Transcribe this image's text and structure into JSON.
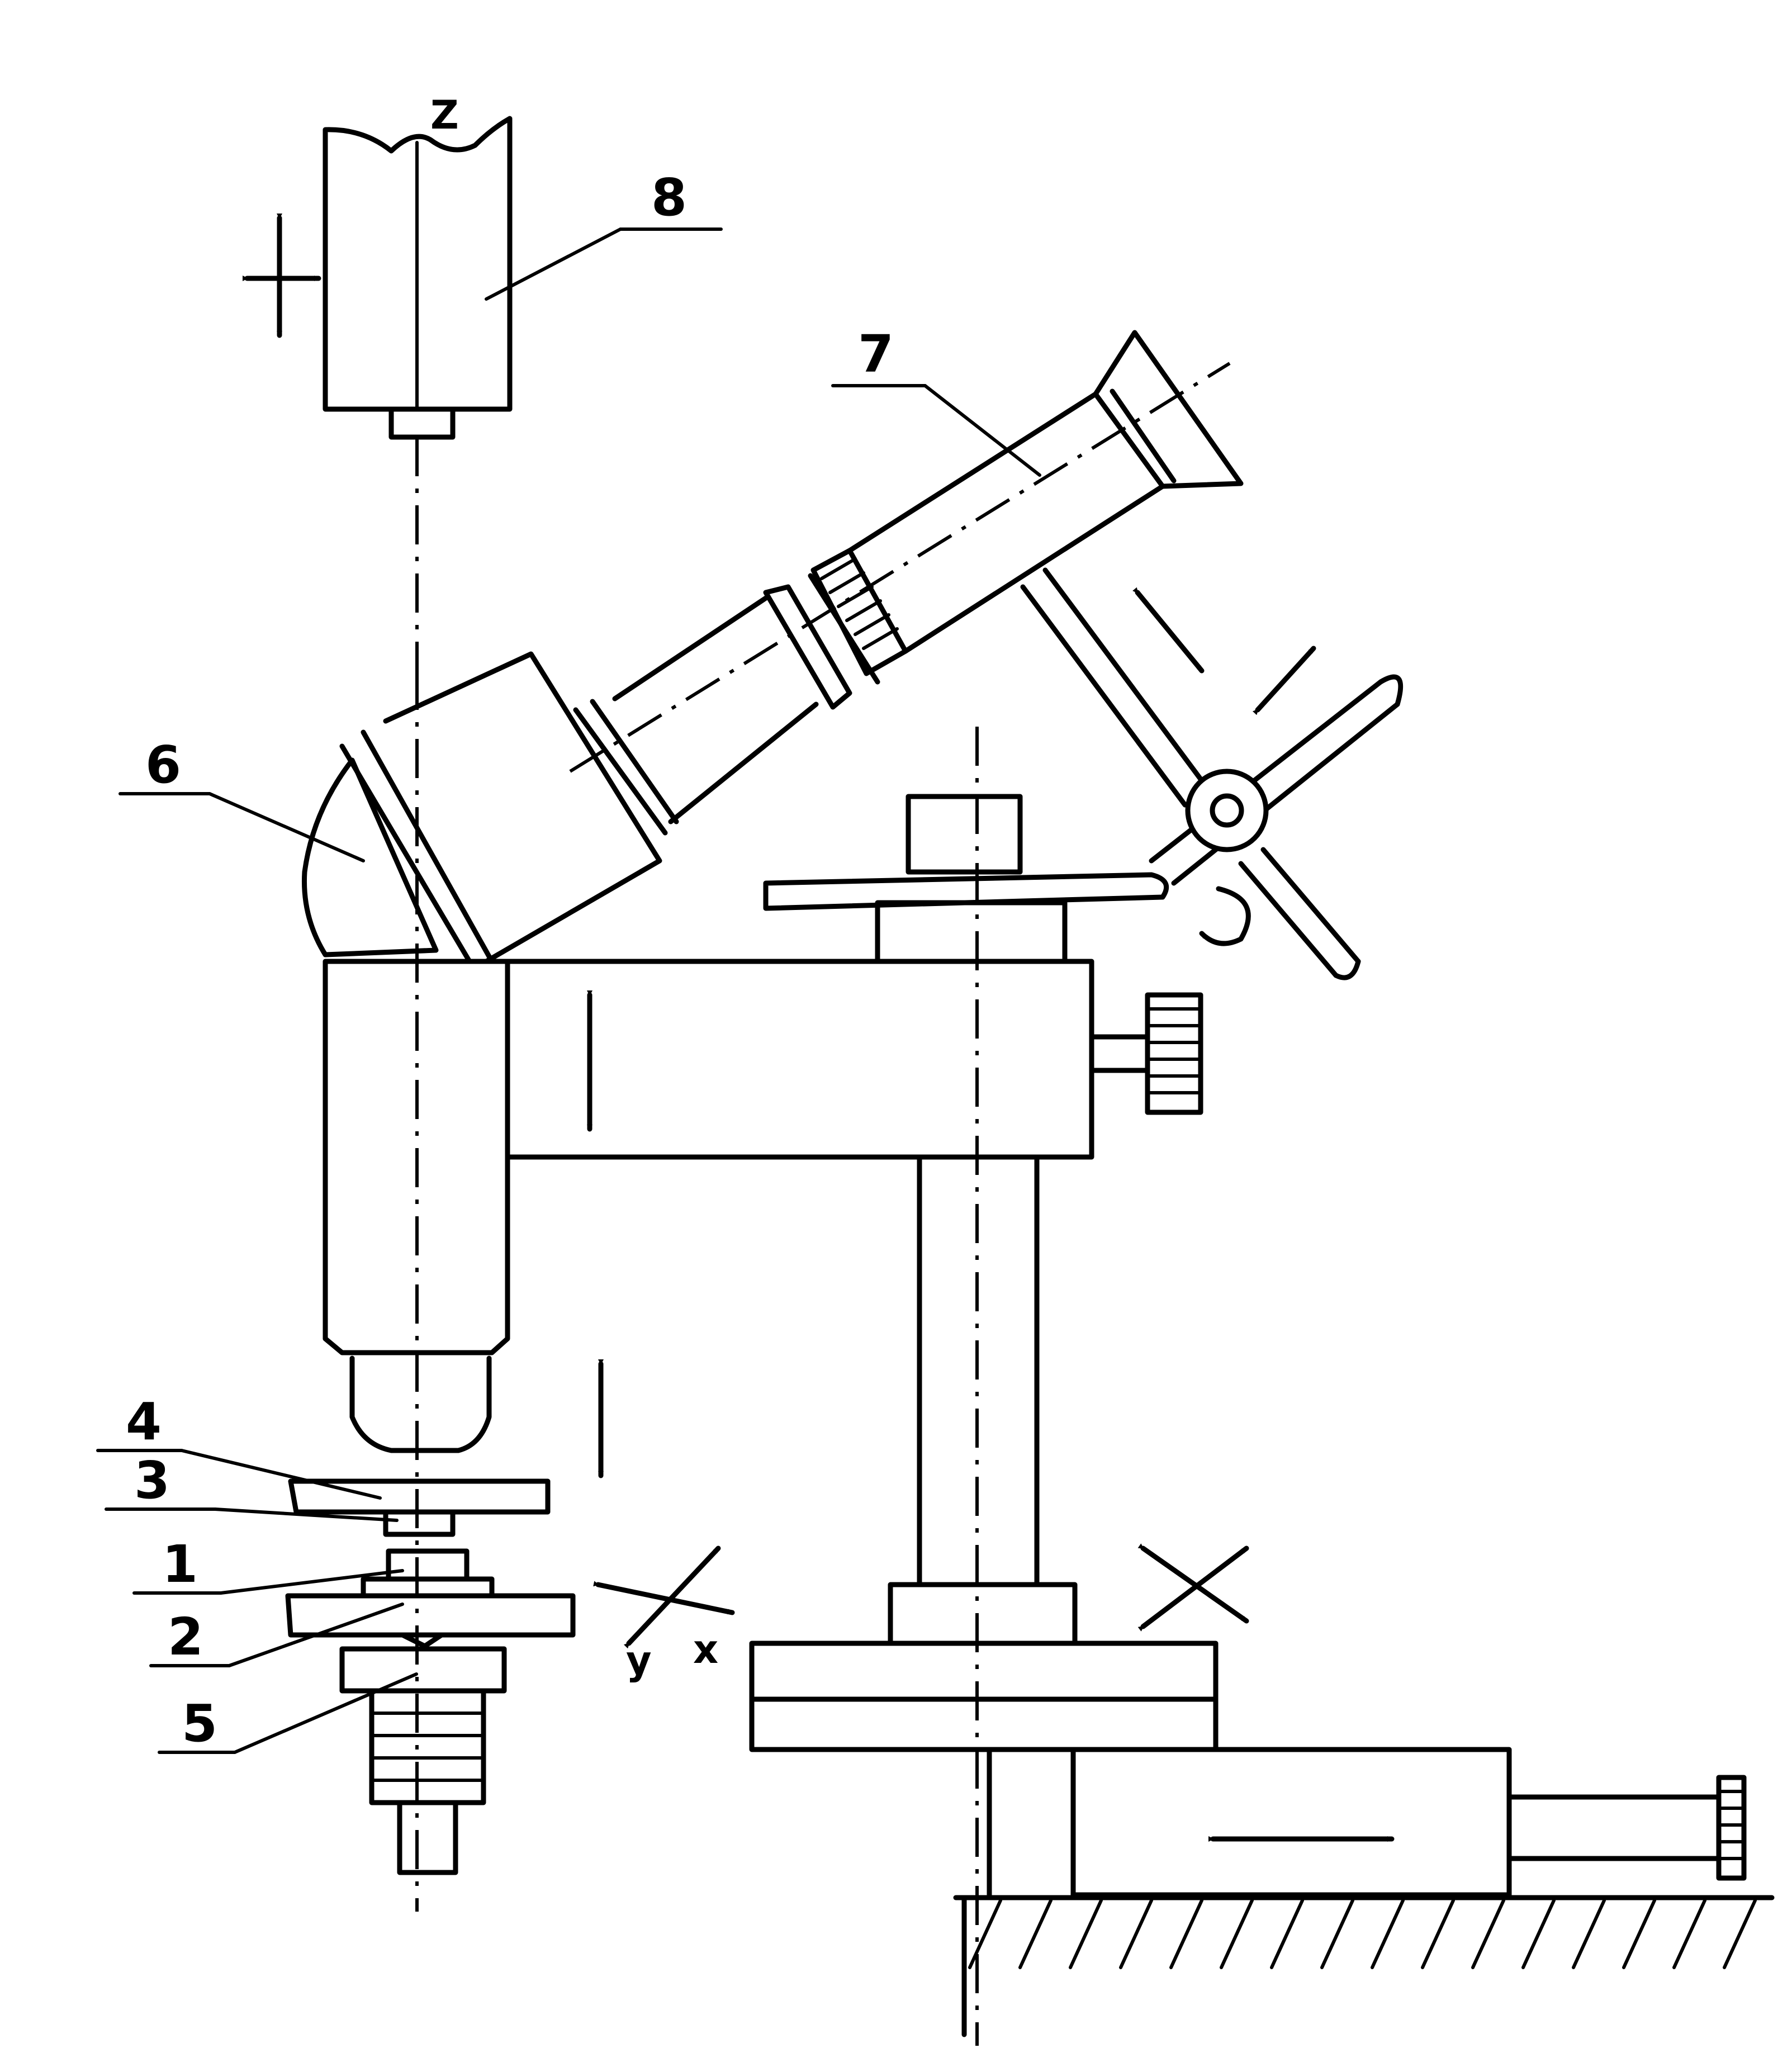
{
  "labels": {
    "l1": "1",
    "l2": "2",
    "l3": "3",
    "l4": "4",
    "l5": "5",
    "l6": "6",
    "l7": "7",
    "l8": "8"
  },
  "axes": {
    "z": "Z",
    "x": "x",
    "y": "y"
  }
}
